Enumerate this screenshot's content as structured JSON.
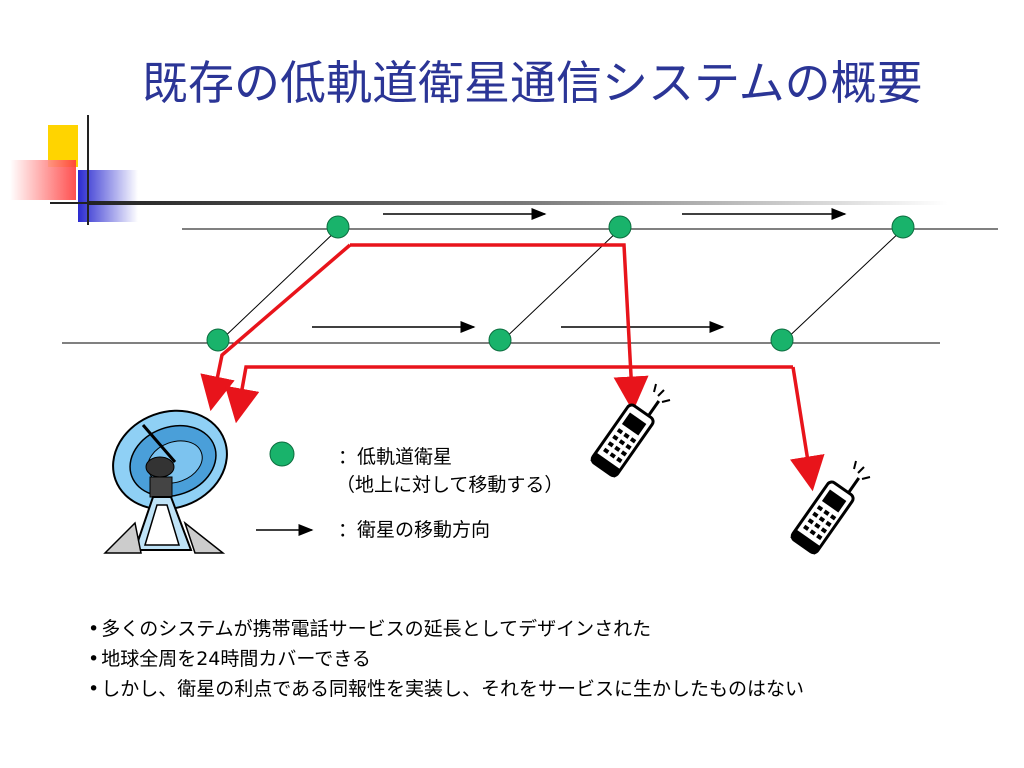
{
  "title": "既存の低軌道衛星通信システムの概要",
  "legend": {
    "satellite_label": "：低軌道衛星",
    "satellite_note": "（地上に対して移動する）",
    "direction_label": "：衛星の移動方向"
  },
  "bullets": [
    "多くのシステムが携帯電話サービスの延長としてデザインされた",
    "地球全周を24時間カバーできる",
    "しかし、衛星の利点である同報性を実装し、それをサービスに生かしたものはない"
  ],
  "colors": {
    "title": "#2b3596",
    "satellite": "#19b36b",
    "link": "#e8141b",
    "deco_yellow": "#ffd400",
    "deco_red": "#ff4a4a",
    "deco_blue": "#3b3bd6"
  },
  "icons": {
    "ground_station": "satellite-dish-icon",
    "terminal": "mobile-phone-icon"
  }
}
